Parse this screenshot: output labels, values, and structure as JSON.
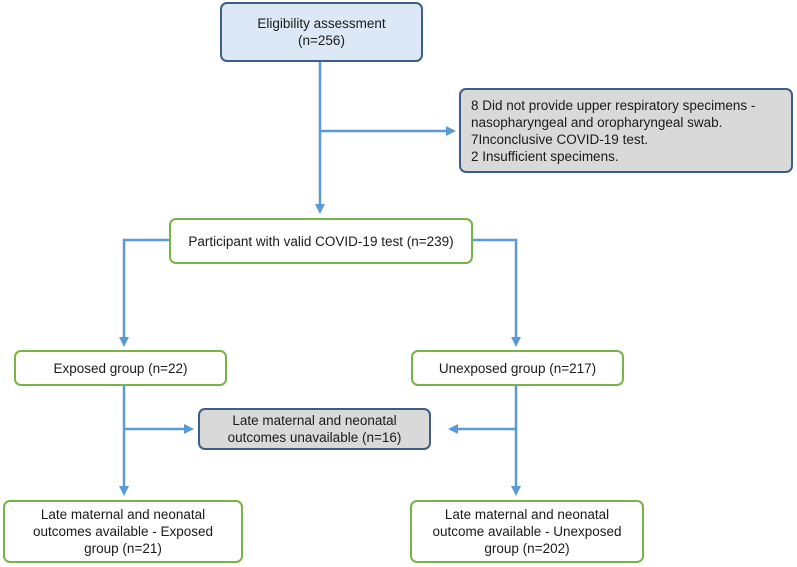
{
  "boxes": {
    "eligibility": [
      "Eligibility assessment",
      "(n=256)"
    ],
    "excluded": [
      "8 Did not provide upper respiratory specimens -",
      "nasopharyngeal and oropharyngeal swab.",
      "7Inconclusive COVID-19 test.",
      "2 Insufficient specimens."
    ],
    "valid_test": [
      "Participant with valid COVID-19 test (n=239)"
    ],
    "exposed": [
      "Exposed group (n=22)"
    ],
    "unexposed": [
      "Unexposed group (n=217)"
    ],
    "unavailable": [
      "Late maternal and neonatal",
      "outcomes  unavailable (n=16)"
    ],
    "available_exposed": [
      "Late maternal and neonatal",
      "outcomes  available - Exposed",
      "group (n=21)"
    ],
    "available_unexposed": [
      "Late maternal and neonatal",
      "outcome available - Unexposed",
      "group (n=202)"
    ]
  },
  "colors": {
    "arrow": "#5b9bd5",
    "green_border": "#78b445",
    "blue_border": "#3d5f87",
    "blue_fill": "#dce8f5",
    "gray_fill": "#d9d9d9"
  }
}
